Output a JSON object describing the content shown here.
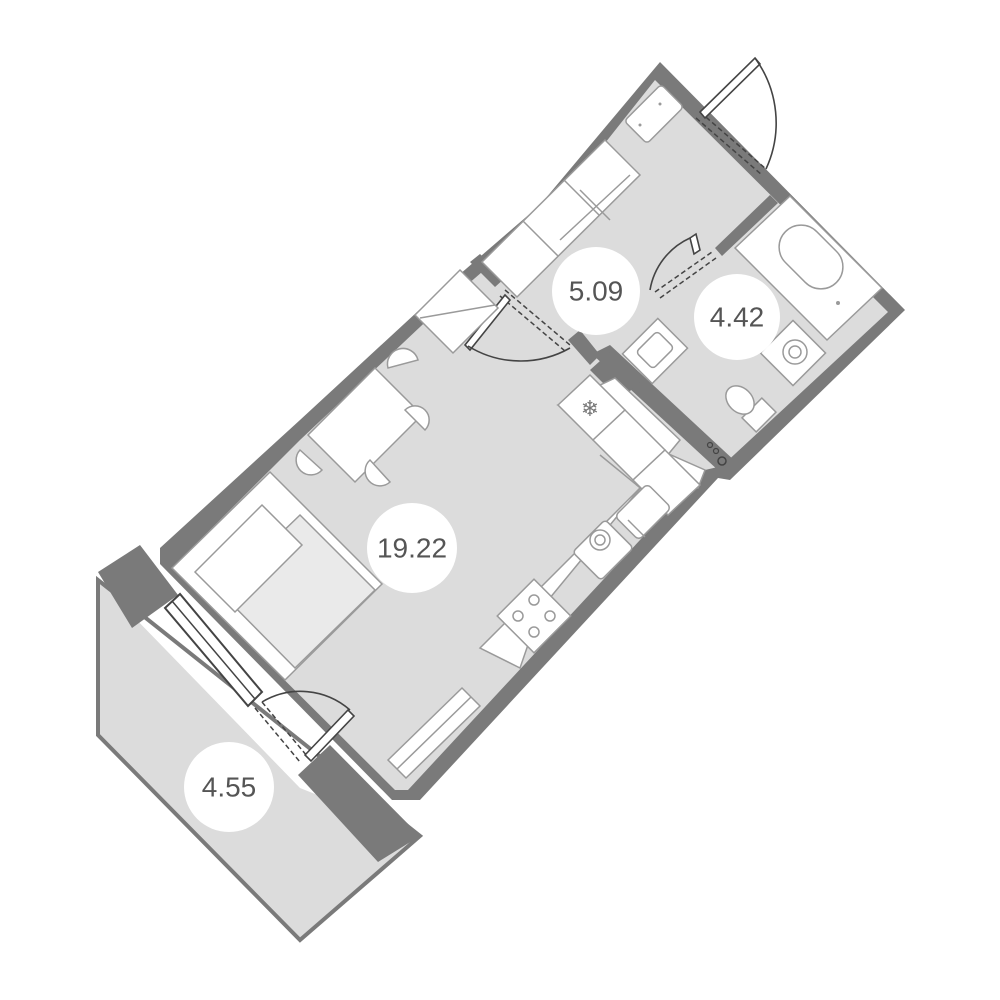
{
  "plan": {
    "rooms": [
      {
        "key": "hall",
        "area": "5.09"
      },
      {
        "key": "bathroom",
        "area": "4.42"
      },
      {
        "key": "living",
        "area": "19.22"
      },
      {
        "key": "balcony",
        "area": "4.55"
      }
    ],
    "icons": [
      "fridge-snowflake-icon",
      "stove-burner-icon",
      "sink-icon",
      "washing-machine-icon",
      "toilet-icon",
      "bathtub-icon",
      "radiator-icon"
    ],
    "colors": {
      "wall": "#7a7a7a",
      "floor": "#dcdcdc",
      "furniture": "#ffffff",
      "label_text": "#555555"
    }
  }
}
